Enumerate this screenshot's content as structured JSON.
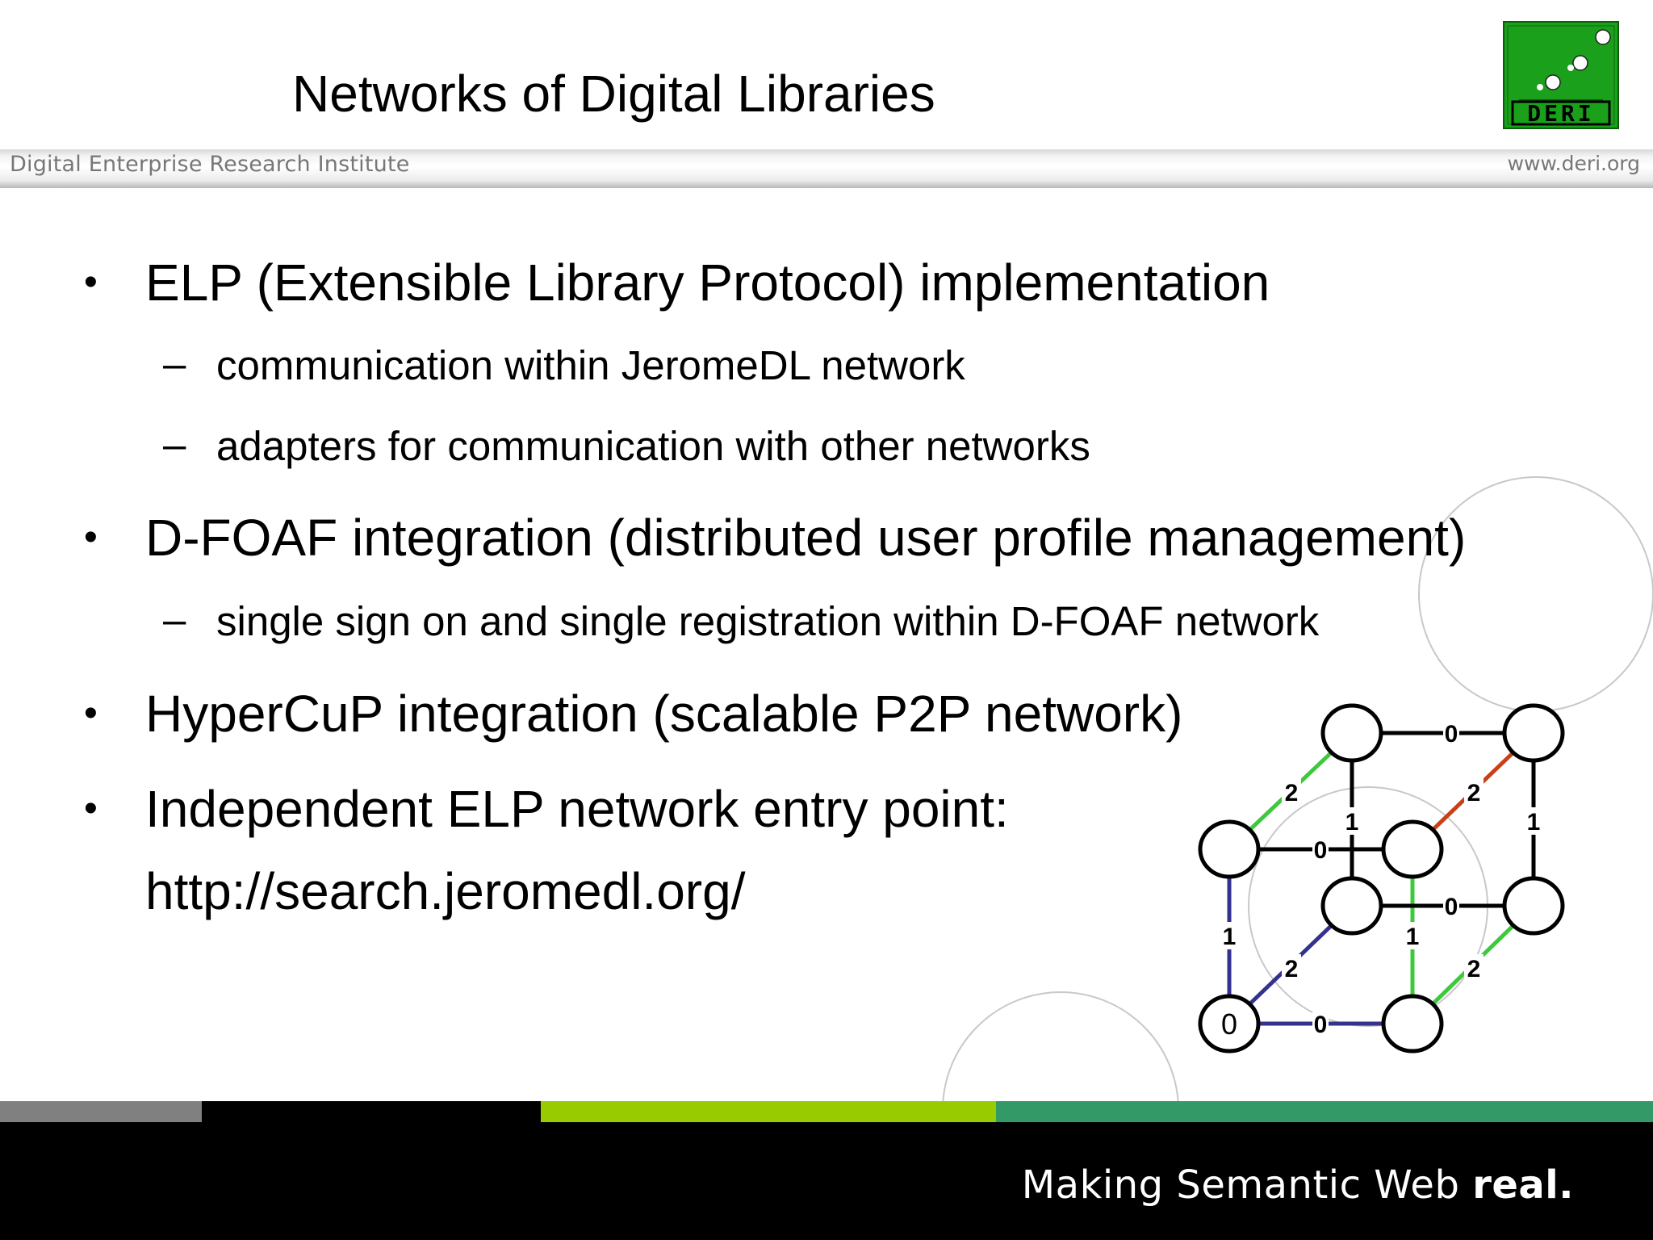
{
  "slide": {
    "title": "Networks of Digital Libraries",
    "band_left": "Digital Enterprise Research Institute",
    "band_right": "www.deri.org",
    "logo_text": "DERI",
    "bullet_glyph": "•",
    "dash_glyph": "–",
    "bullets": [
      {
        "text": "ELP (Extensible Library Protocol) implementation",
        "sub": [
          "communication within JeromeDL network",
          "adapters for communication with other networks"
        ]
      },
      {
        "text": "D-FOAF integration (distributed user profile management)",
        "sub": [
          "single sign on and single registration within D-FOAF network"
        ]
      },
      {
        "text": "HyperCuP integration (scalable P2P network)",
        "sub": []
      },
      {
        "text": "Independent ELP network entry point:",
        "sub": []
      }
    ],
    "url": "http://search.jeromedl.org/",
    "footer": {
      "slogan_light": "Making Semantic Web ",
      "slogan_bold": "real."
    }
  },
  "hypercube": {
    "start_node_label": "0",
    "edge_labels": {
      "front_bottom": "0",
      "front_top": "0",
      "back_top": "0",
      "back_bottom": "0",
      "front_left": "1",
      "front_right": "1",
      "back_left": "1",
      "back_right": "1",
      "depth_bl": "2",
      "depth_tl": "2",
      "depth_tr": "2",
      "depth_br": "2"
    },
    "colors": {
      "blue": "#33338f",
      "green": "#3ec83e",
      "red": "#c8401a",
      "black": "#000000"
    }
  },
  "colors": {
    "logo_green": "#1aa01a",
    "bar_gray": "#808080",
    "bar_lime": "#99cc00",
    "bar_teal": "#339966",
    "footer": "#000000"
  }
}
